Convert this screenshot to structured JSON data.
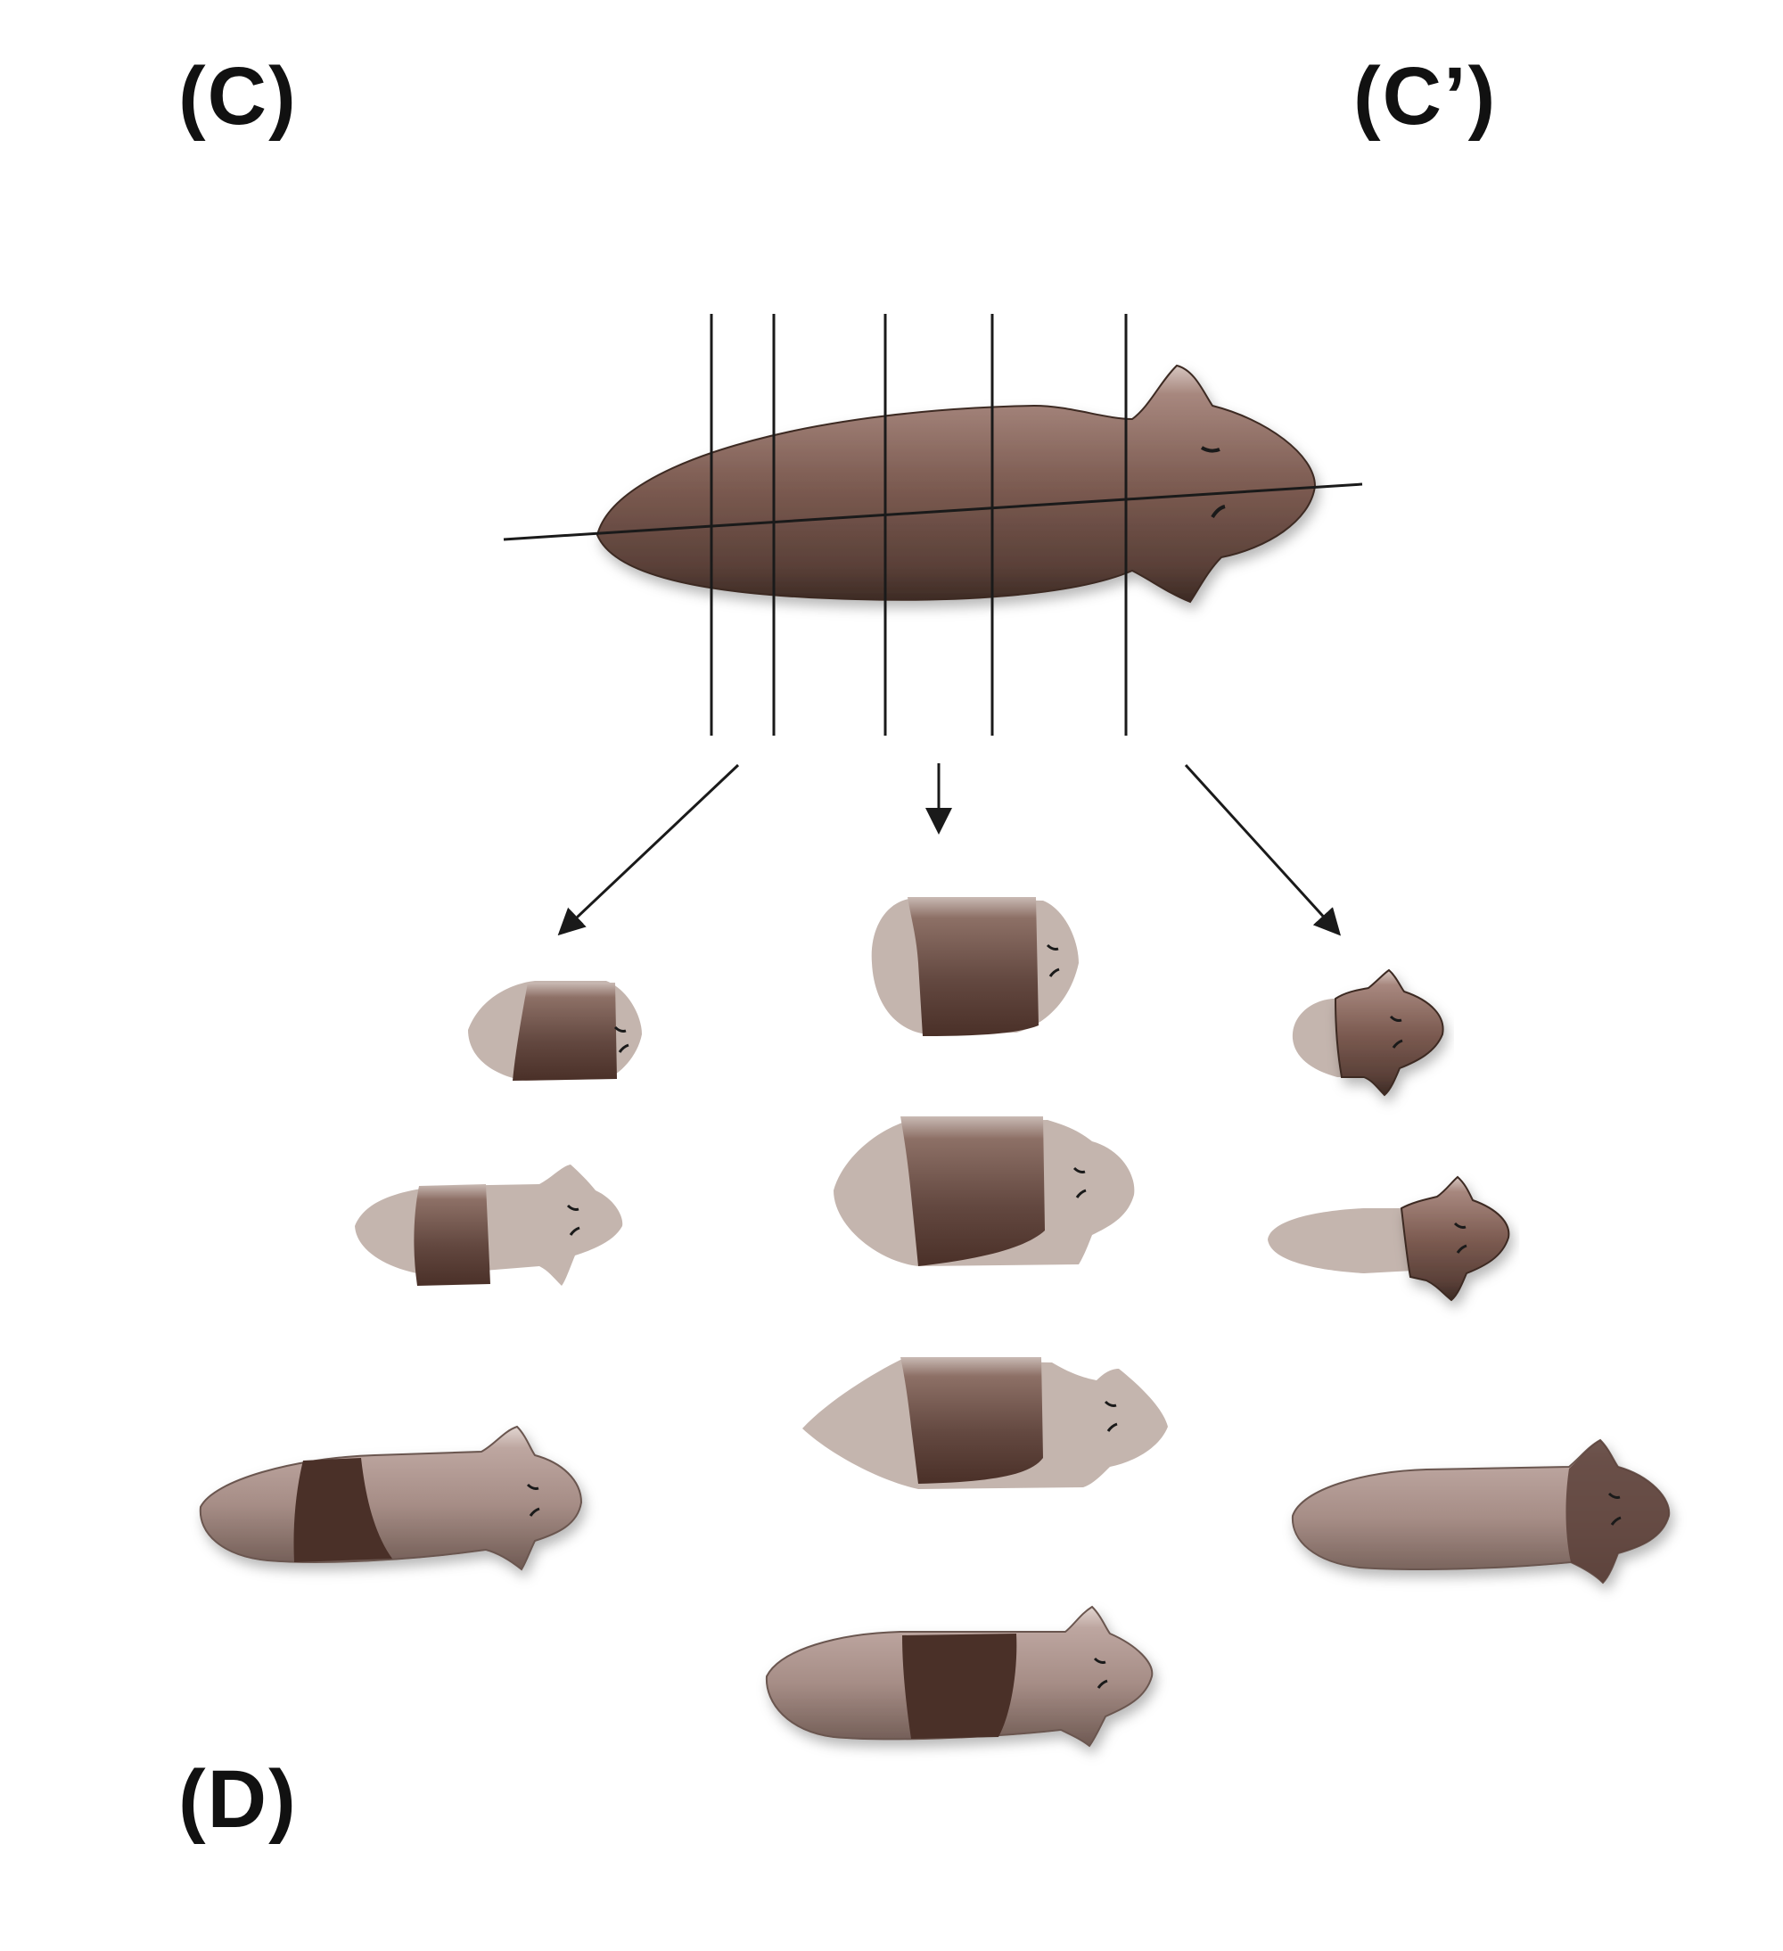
{
  "labels": {
    "c": "(C)",
    "c_prime": "(C’)",
    "d": "(D)"
  },
  "colors": {
    "body_dark": "#5a4038",
    "body_mid": "#8a6a60",
    "body_light": "#b59a92",
    "ghost": "#c4b5ae",
    "band": "#4a3028",
    "line": "#1a1a1a"
  }
}
